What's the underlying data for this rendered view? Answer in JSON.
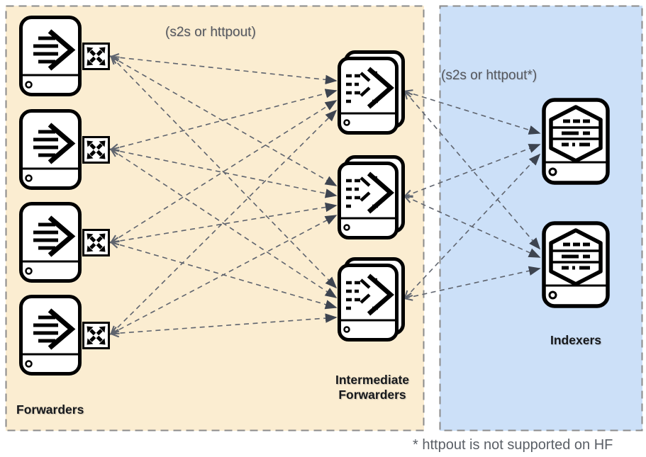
{
  "zones": {
    "forwarders": {
      "label": "Forwarders",
      "protocol_label": "(s2s or httpout)",
      "fill": "#fbedd1"
    },
    "indexers": {
      "label": "Indexers",
      "protocol_label": "(s2s or httpout*)",
      "fill": "#cce0f8"
    }
  },
  "intermediate": {
    "label": "Intermediate Forwarders",
    "count": 3
  },
  "nodes": {
    "forwarder_count": 4,
    "intermediate_forwarder_count": 3,
    "indexer_count": 2
  },
  "footnote": "* httpout is not supported on HF",
  "icons": {
    "forwarder": "fast-forward-data-icon",
    "intermediate_forwarder": "stacked-forwarder-icon",
    "indexer": "hexagon-database-icon",
    "load_balancer": "outward-crossing-arrows-icon"
  },
  "colors": {
    "zone_forwarders_fill": "#fbedd1",
    "zone_indexers_fill": "#cce0f8",
    "zone_border": "#8b8b8b",
    "connection_line": "#5f646e",
    "arrowhead": "#3d4450",
    "label_text": "#17191c",
    "protocol_text": "#54575e",
    "footnote_text": "#5a5f66"
  }
}
